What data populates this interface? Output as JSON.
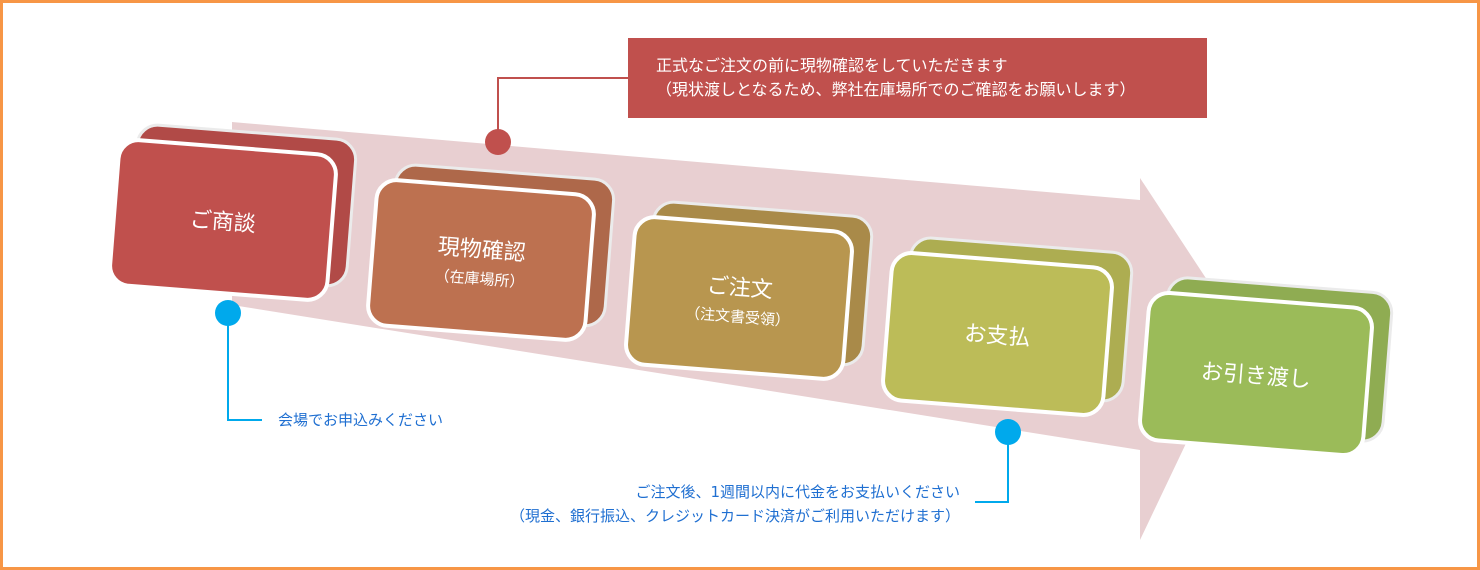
{
  "steps": [
    {
      "title": "ご商談",
      "sub": "",
      "color": "#c0504d"
    },
    {
      "title": "現物確認",
      "sub": "（在庫場所）",
      "color": "#bd7150"
    },
    {
      "title": "ご注文",
      "sub": "（注文書受領）",
      "color": "#b8964f"
    },
    {
      "title": "お支払",
      "sub": "",
      "color": "#bcbc58"
    },
    {
      "title": "お引き渡し",
      "sub": "",
      "color": "#9bbb59"
    }
  ],
  "notes": {
    "confirm": {
      "line1": "正式なご注文の前に現物確認をしていただきます",
      "line2": "（現状渡しとなるため、弊社在庫場所でのご確認をお願いします）"
    },
    "venue": {
      "text": "会場でお申込みください"
    },
    "payment": {
      "line1": "ご注文後、1週間以内に代金をお支払いください",
      "line2": "（現金、銀行振込、クレジットカード決済がご利用いただけます）"
    }
  },
  "colors": {
    "border": "#f79646",
    "arrow": "#e8cfd1",
    "accent_red": "#c0504d",
    "accent_blue": "#00a9ec",
    "text_blue": "#1f6fd1"
  }
}
